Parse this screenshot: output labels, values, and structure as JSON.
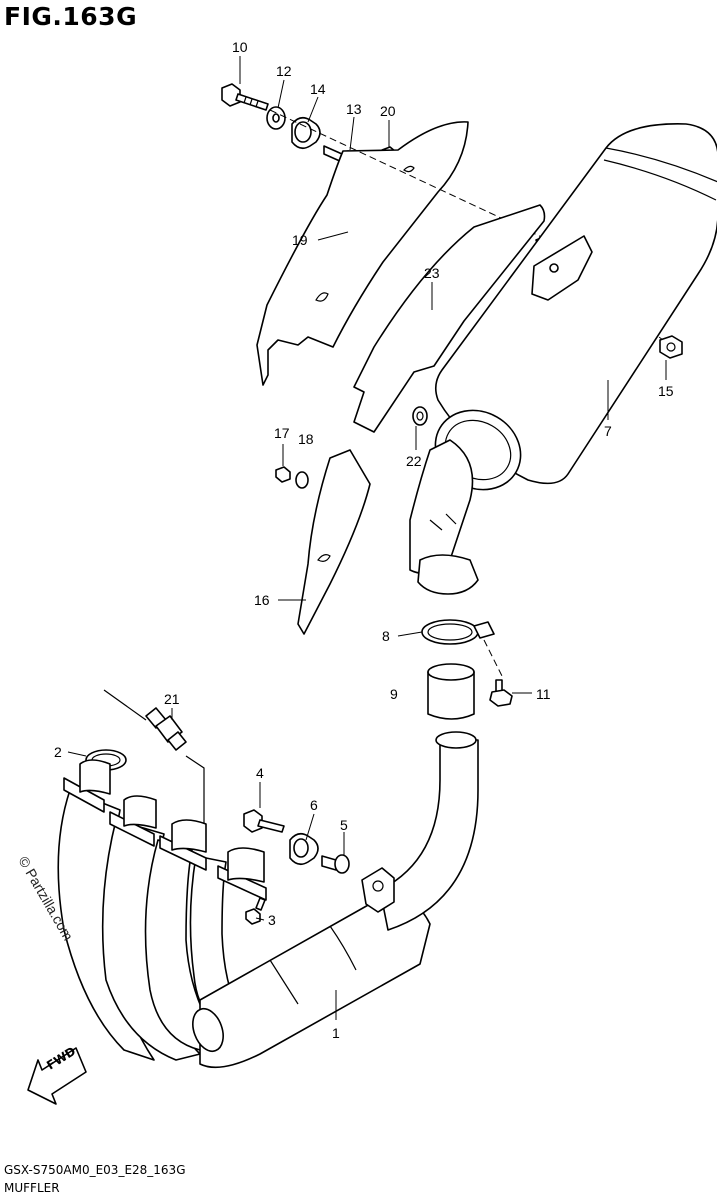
{
  "figure": {
    "title": "FIG.163G"
  },
  "footer": {
    "code": "GSX-S750AM0_E03_E28_163G",
    "caption": "MUFFLER"
  },
  "watermark": "© Partzilla.com",
  "fwd_label": "FWD",
  "callouts": [
    {
      "id": "c10",
      "label": "10"
    },
    {
      "id": "c12",
      "label": "12"
    },
    {
      "id": "c14",
      "label": "14"
    },
    {
      "id": "c13",
      "label": "13"
    },
    {
      "id": "c20",
      "label": "20"
    },
    {
      "id": "c19",
      "label": "19"
    },
    {
      "id": "c23",
      "label": "23"
    },
    {
      "id": "c15",
      "label": "15"
    },
    {
      "id": "c7",
      "label": "7"
    },
    {
      "id": "c17",
      "label": "17"
    },
    {
      "id": "c18",
      "label": "18"
    },
    {
      "id": "c22",
      "label": "22"
    },
    {
      "id": "c16",
      "label": "16"
    },
    {
      "id": "c8",
      "label": "8"
    },
    {
      "id": "c9",
      "label": "9"
    },
    {
      "id": "c11",
      "label": "11"
    },
    {
      "id": "c21",
      "label": "21"
    },
    {
      "id": "c2",
      "label": "2"
    },
    {
      "id": "c4",
      "label": "4"
    },
    {
      "id": "c6",
      "label": "6"
    },
    {
      "id": "c5",
      "label": "5"
    },
    {
      "id": "c3",
      "label": "3"
    },
    {
      "id": "c1",
      "label": "1"
    }
  ]
}
